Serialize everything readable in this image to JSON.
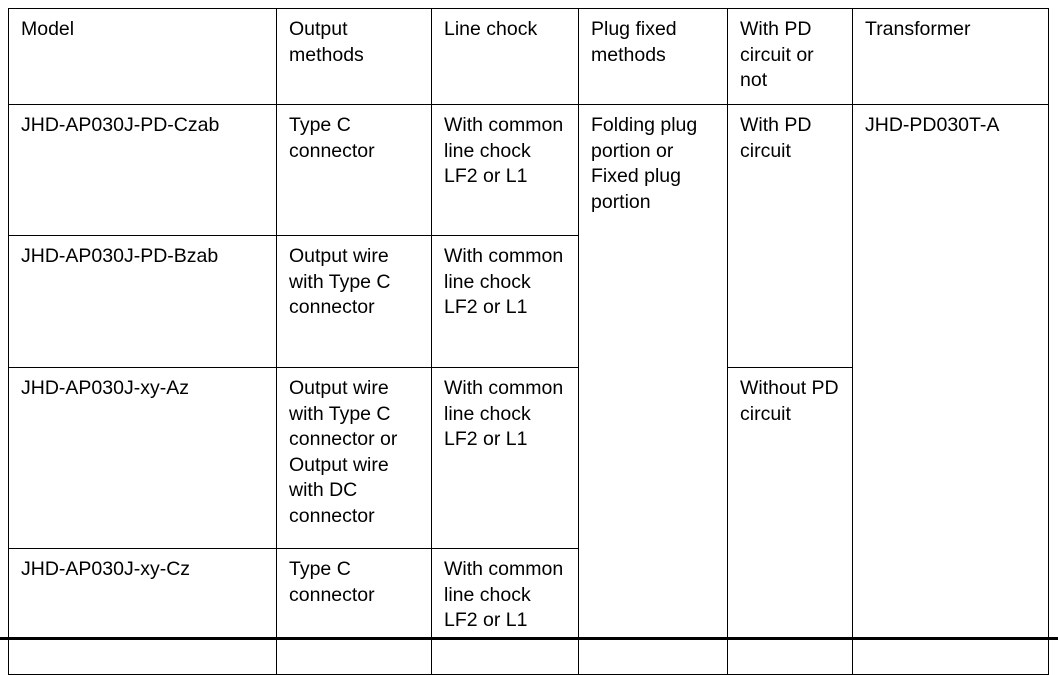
{
  "table": {
    "columns": [
      {
        "key": "model",
        "header": "Model"
      },
      {
        "key": "output",
        "header": "Output methods"
      },
      {
        "key": "chock",
        "header": "Line chock"
      },
      {
        "key": "plug",
        "header": "Plug fixed methods"
      },
      {
        "key": "pd",
        "header": "With PD circuit or not"
      },
      {
        "key": "transformer",
        "header": "Transformer"
      }
    ],
    "rows": [
      {
        "model": "JHD-AP030J-PD-Czab",
        "output": "Type C connector",
        "chock": "With common line chock LF2 or L1"
      },
      {
        "model": "JHD-AP030J-PD-Bzab",
        "output": "Output wire with Type C connector",
        "chock": "With common line chock LF2 or L1"
      },
      {
        "model": "JHD-AP030J-xy-Az",
        "output": "Output wire with Type C connector or Output wire with DC connector",
        "chock": "With common line chock LF2 or L1"
      },
      {
        "model": "JHD-AP030J-xy-Cz",
        "output": "Type C connector",
        "chock": "With common line chock LF2 or L1"
      }
    ],
    "merged": {
      "plug_all_rows": "Folding plug portion or Fixed plug portion",
      "pd_rows_1_2": "With PD circuit",
      "pd_rows_3_4": "Without PD circuit",
      "transformer_all_rows": "JHD-PD030T-A"
    }
  }
}
